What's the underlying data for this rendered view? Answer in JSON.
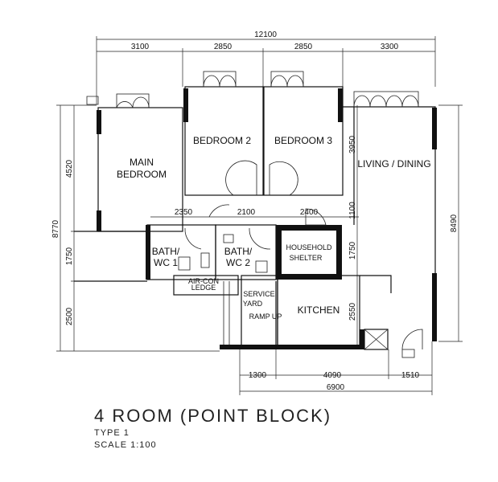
{
  "title": "4 ROOM (POINT BLOCK)",
  "type_label": "TYPE 1",
  "scale_label": "SCALE 1:100",
  "rooms": {
    "main_bedroom_1": "MAIN",
    "main_bedroom_2": "BEDROOM",
    "bedroom2": "BEDROOM 2",
    "bedroom3": "BEDROOM 3",
    "living": "LIVING / DINING",
    "bath1_1": "BATH/",
    "bath1_2": "WC 1",
    "bath2_1": "BATH/",
    "bath2_2": "WC 2",
    "shelter_1": "HOUSEHOLD",
    "shelter_2": "SHELTER",
    "aircon_1": "AIR-CON",
    "aircon_2": "LEDGE",
    "service_1": "SERVICE",
    "service_2": "YARD",
    "kitchen": "KITCHEN",
    "ramp": "RAMP UP"
  },
  "dimensions": {
    "top_total": "12100",
    "top": [
      "3100",
      "2850",
      "2850",
      "3300"
    ],
    "middle": [
      "2350",
      "2100",
      "2400"
    ],
    "left_total": "8770",
    "left": [
      "4520",
      "1750",
      "2500"
    ],
    "inner_right": [
      "3950",
      "1100",
      "1750",
      "2550"
    ],
    "right_total": "8490",
    "bottom": [
      "1300",
      "4090",
      "1510"
    ],
    "bottom_total": "6900"
  }
}
